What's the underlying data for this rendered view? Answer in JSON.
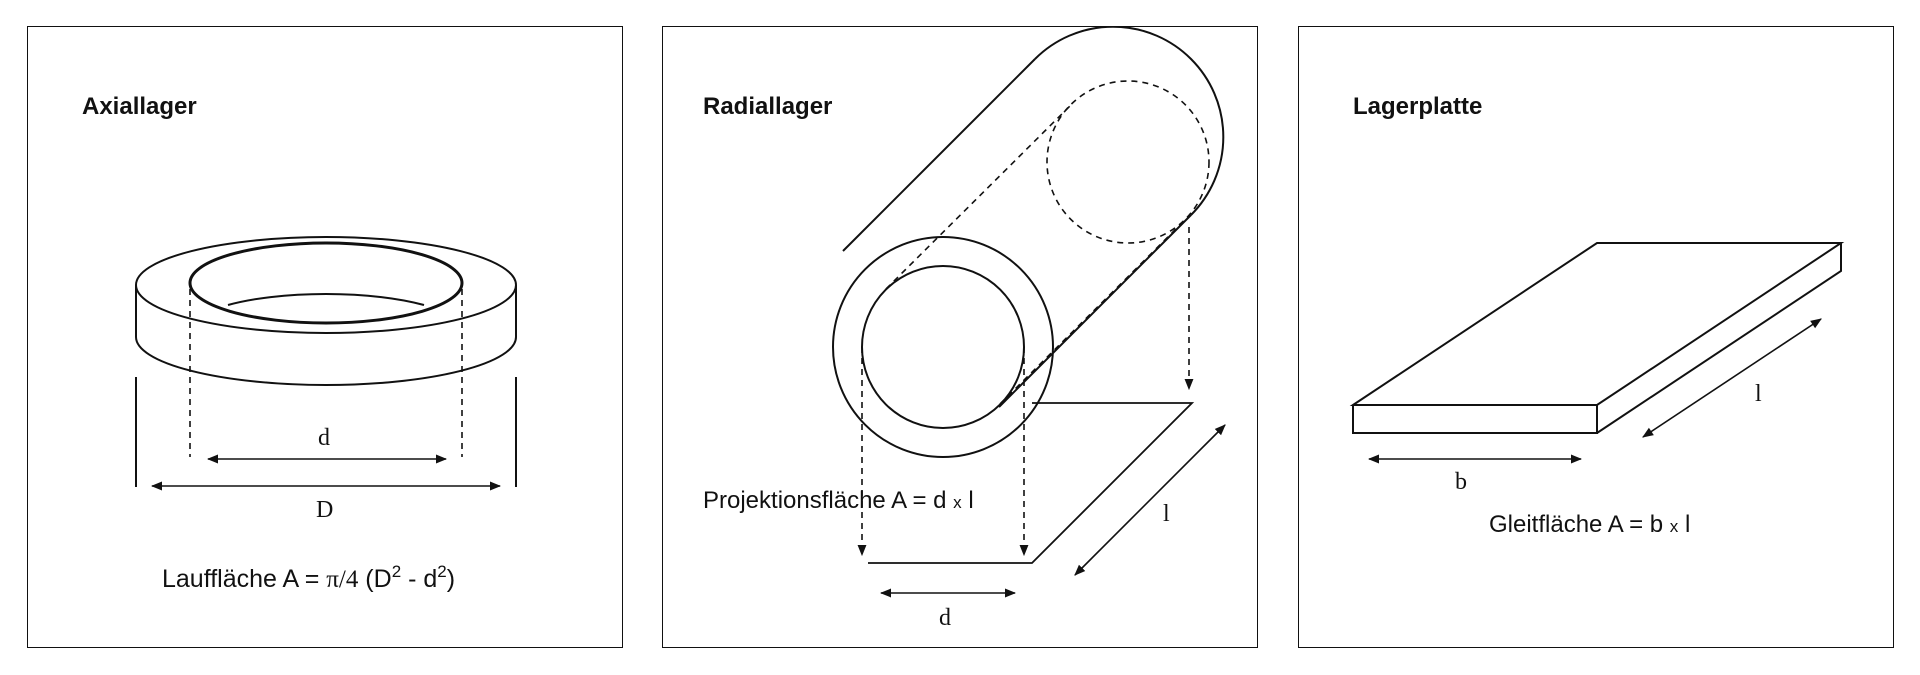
{
  "panels": [
    {
      "title": "Axiallager",
      "labels": {
        "inner": "d",
        "outer": "D"
      },
      "formula": {
        "prefix": "Lauffläche A = ",
        "pi": "π/4",
        "open": " (D",
        "sup1": "2",
        "mid": " - d",
        "sup2": "2",
        "close": ")"
      }
    },
    {
      "title": "Radiallager",
      "labels": {
        "diameter": "d",
        "length": "l"
      },
      "formula": {
        "prefix": "Projektionsfläche A = d ",
        "times": "x",
        "suffix": " l"
      }
    },
    {
      "title": "Lagerplatte",
      "labels": {
        "width": "b",
        "length": "l"
      },
      "formula": {
        "prefix": "Gleitfläche A = b ",
        "times": "x",
        "suffix": " l"
      }
    }
  ]
}
